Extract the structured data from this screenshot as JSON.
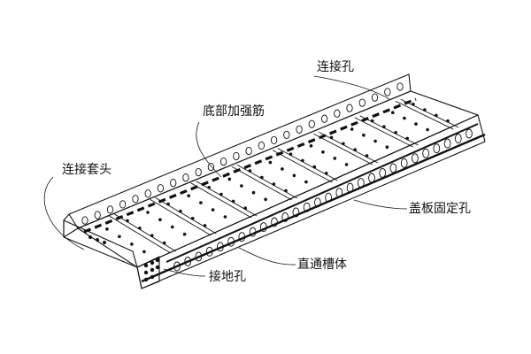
{
  "labels": {
    "connection_holes": "连接孔",
    "bottom_rib": "底部加强筋",
    "connection_sleeve": "连接套头",
    "cover_fixing_holes": "盖板固定孔",
    "straight_trough": "直通槽体",
    "grounding_hole": "接地孔"
  },
  "colors": {
    "line": "#111111",
    "background": "#ffffff"
  }
}
